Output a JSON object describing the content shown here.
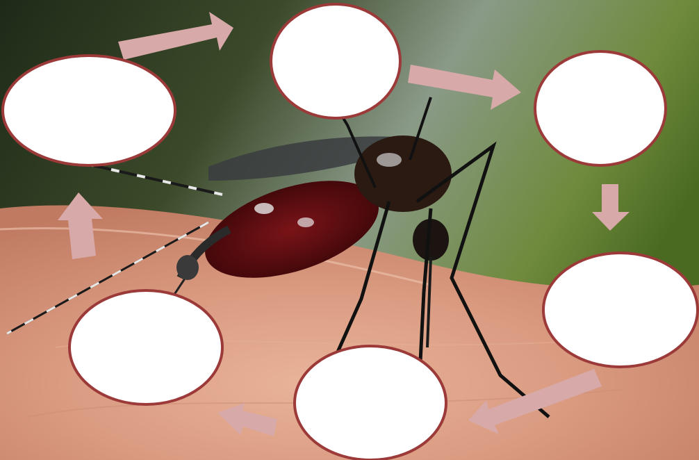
{
  "diagram": {
    "subject": "mosquito-on-skin",
    "cycle_nodes": [
      {
        "id": "node-1",
        "label": ""
      },
      {
        "id": "node-2",
        "label": ""
      },
      {
        "id": "node-3",
        "label": ""
      },
      {
        "id": "node-4",
        "label": ""
      },
      {
        "id": "node-5",
        "label": ""
      },
      {
        "id": "node-6",
        "label": ""
      }
    ],
    "arrow_count": 6,
    "colors": {
      "node_fill": "#ffffff",
      "node_stroke": "#9c3a3a",
      "arrow_fill": "#d8a9a9"
    }
  }
}
